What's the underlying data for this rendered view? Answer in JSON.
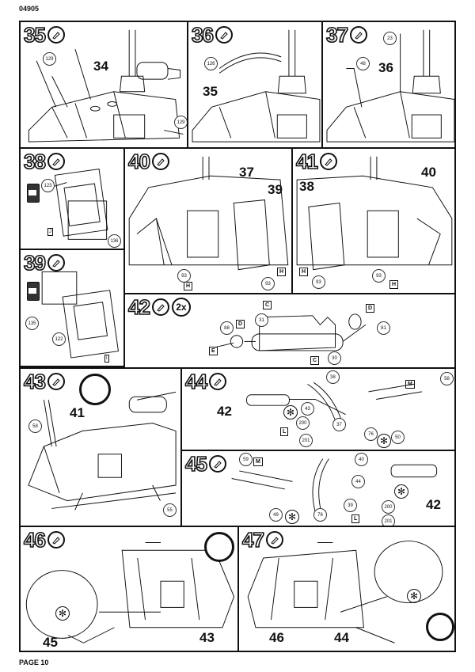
{
  "doc_code": "04905",
  "page_label": "PAGE 10",
  "steps": {
    "s35": {
      "num": "35",
      "labels": {
        "a": "34"
      },
      "parts": [
        "129",
        "129"
      ]
    },
    "s36": {
      "num": "36",
      "labels": {
        "a": "35"
      },
      "parts": [
        "126"
      ]
    },
    "s37": {
      "num": "37",
      "labels": {
        "a": "36"
      },
      "parts": [
        "23",
        "48"
      ]
    },
    "s38": {
      "num": "38",
      "parts": [
        "123",
        "136"
      ],
      "decal": "J"
    },
    "s39": {
      "num": "39",
      "parts": [
        "135",
        "122"
      ],
      "decal": "I"
    },
    "s40": {
      "num": "40",
      "labels": {
        "a": "37",
        "b": "39"
      },
      "parts": [
        "93",
        "93"
      ],
      "refs": [
        "H",
        "H"
      ]
    },
    "s41": {
      "num": "41",
      "labels": {
        "a": "40",
        "b": "38"
      },
      "parts": [
        "93",
        "93"
      ],
      "refs": [
        "H",
        "H"
      ]
    },
    "s42": {
      "num": "42",
      "qty": "2x",
      "parts": [
        "31",
        "88",
        "81",
        "30"
      ],
      "refs": [
        "C",
        "D",
        "D",
        "E",
        "C"
      ]
    },
    "s43": {
      "num": "43",
      "labels": {
        "a": "41"
      },
      "parts": [
        "58",
        "55"
      ]
    },
    "s44": {
      "num": "44",
      "labels": {
        "a": "42"
      },
      "parts": [
        "38",
        "43",
        "37",
        "200",
        "201",
        "76",
        "50",
        "58"
      ],
      "refs": [
        "M",
        "L"
      ]
    },
    "s45": {
      "num": "45",
      "labels": {
        "a": "42"
      },
      "parts": [
        "59",
        "40",
        "44",
        "39",
        "200",
        "201",
        "49",
        "76"
      ],
      "refs": [
        "M",
        "L"
      ]
    },
    "s46": {
      "num": "46",
      "labels": {
        "a": "45",
        "b": "43"
      }
    },
    "s47": {
      "num": "47",
      "labels": {
        "a": "46",
        "b": "44"
      }
    }
  }
}
